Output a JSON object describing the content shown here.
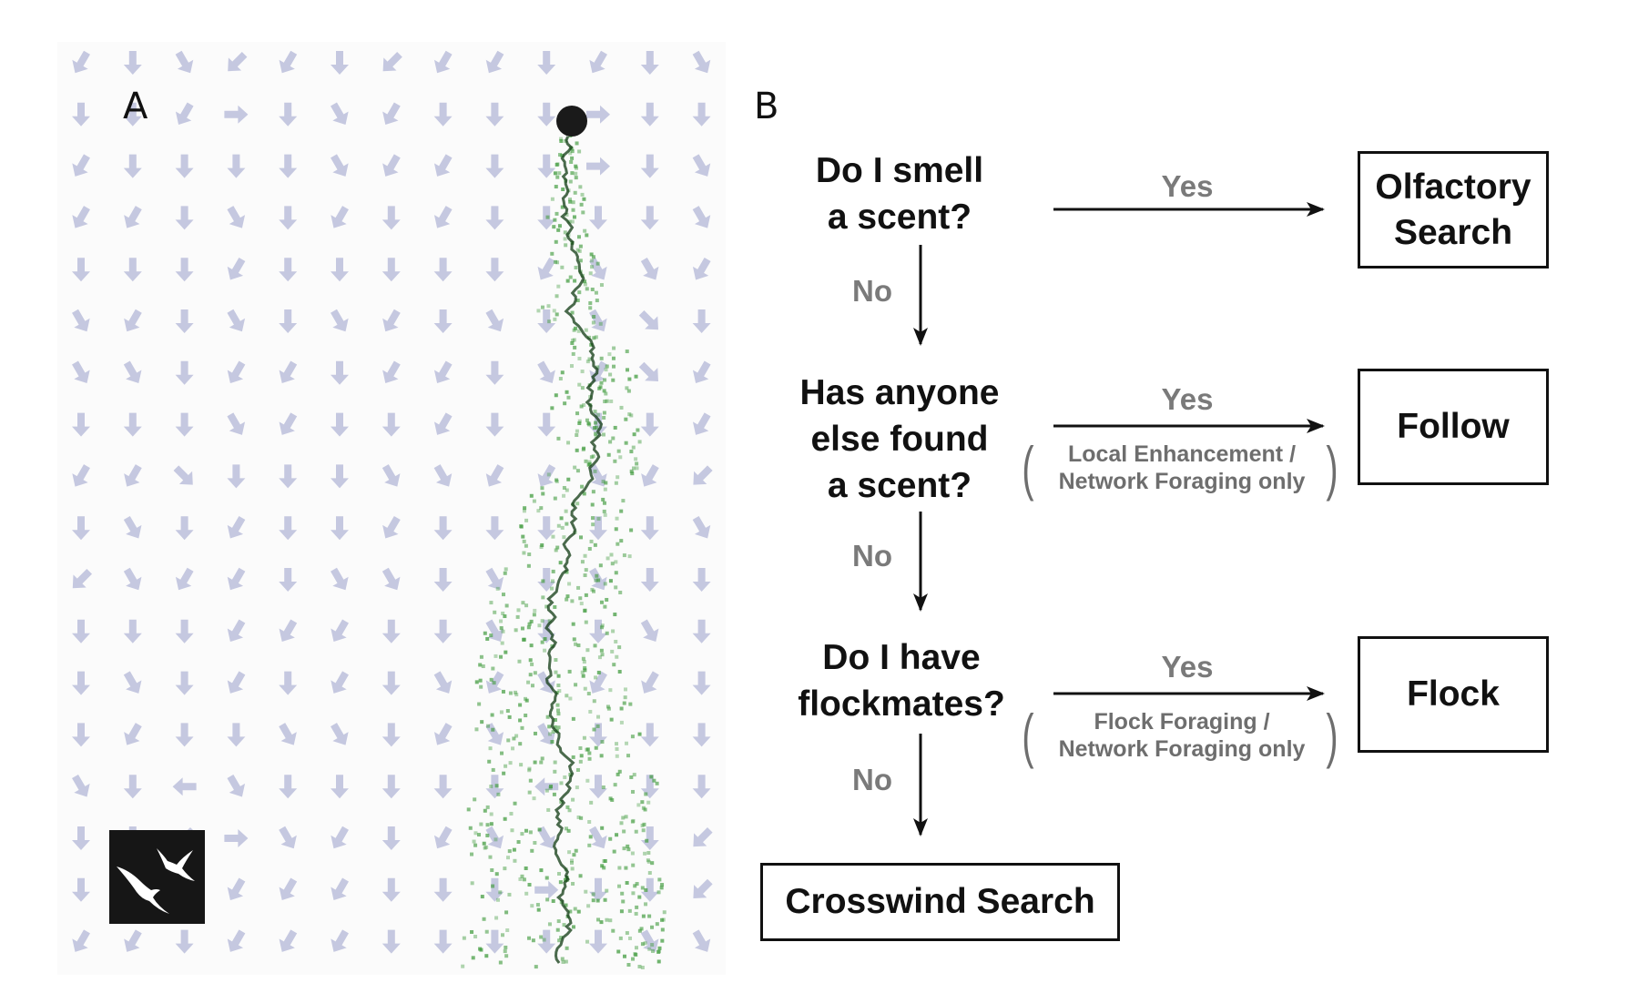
{
  "panel_a": {
    "label": "A",
    "wind_arrow_color": "#c5c8e0",
    "plume_color": "#3f9a3c",
    "trail_color": "#0f3a12",
    "source_color": "#1a1a1a",
    "logo_icon": "albatross-birds-icon"
  },
  "panel_b": {
    "label": "B",
    "questions": [
      {
        "lines": [
          "Do I smell",
          "a scent?"
        ]
      },
      {
        "lines": [
          "Has anyone",
          "else found",
          "a scent?"
        ]
      },
      {
        "lines": [
          "Do I have",
          "flockmates?"
        ]
      }
    ],
    "yes_label": "Yes",
    "no_label": "No",
    "conditions": [
      {
        "lines": [
          "Local Enhancement /",
          "Network Foraging only"
        ]
      },
      {
        "lines": [
          "Flock Foraging /",
          "Network Foraging only"
        ]
      }
    ],
    "outcomes": {
      "olfactory": [
        "Olfactory",
        "Search"
      ],
      "follow": "Follow",
      "flock": "Flock",
      "crosswind": "Crosswind Search"
    }
  }
}
